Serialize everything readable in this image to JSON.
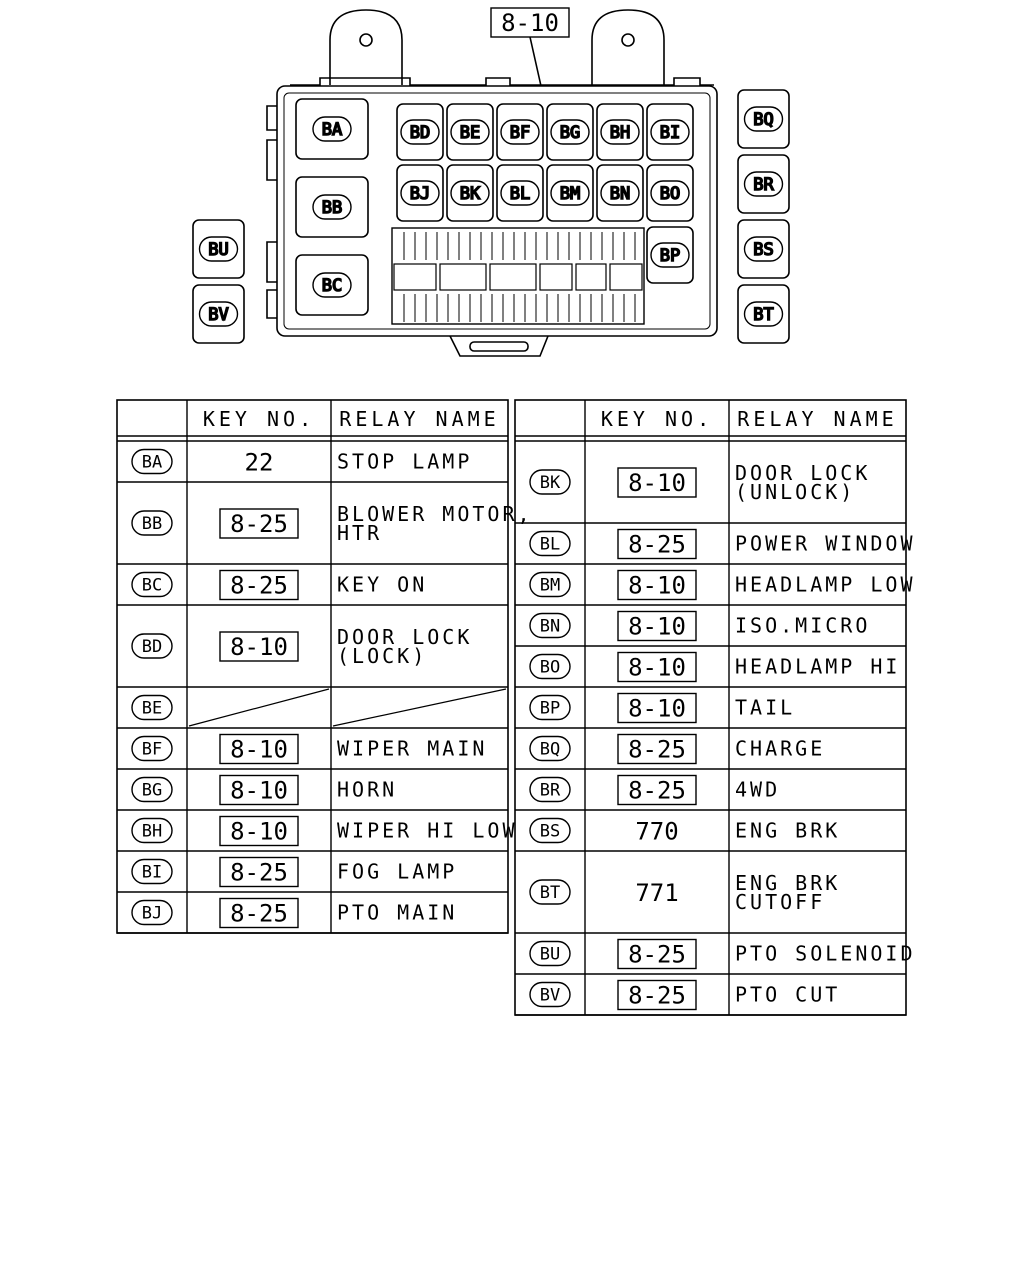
{
  "callout_label": "8-10",
  "diagram": {
    "relay_positions": {
      "BA": "BA",
      "BB": "BB",
      "BC": "BC",
      "BD": "BD",
      "BE": "BE",
      "BF": "BF",
      "BG": "BG",
      "BH": "BH",
      "BI": "BI",
      "BJ": "BJ",
      "BK": "BK",
      "BL": "BL",
      "BM": "BM",
      "BN": "BN",
      "BO": "BO",
      "BP": "BP",
      "BQ": "BQ",
      "BR": "BR",
      "BS": "BS",
      "BT": "BT",
      "BU": "BU",
      "BV": "BV"
    }
  },
  "table_left": {
    "header_key": "KEY NO.",
    "header_relay": "RELAY NAME",
    "rows": [
      {
        "code": "BA",
        "key": "22",
        "boxed": false,
        "name1": "STOP LAMP",
        "name2": "",
        "tall": false,
        "blank": false
      },
      {
        "code": "BB",
        "key": "8-25",
        "boxed": true,
        "name1": "BLOWER MOTOR,",
        "name2": "HTR",
        "tall": true,
        "blank": false
      },
      {
        "code": "BC",
        "key": "8-25",
        "boxed": true,
        "name1": "KEY ON",
        "name2": "",
        "tall": false,
        "blank": false
      },
      {
        "code": "BD",
        "key": "8-10",
        "boxed": true,
        "name1": "DOOR LOCK",
        "name2": "(LOCK)",
        "tall": true,
        "blank": false
      },
      {
        "code": "BE",
        "key": "",
        "boxed": false,
        "name1": "",
        "name2": "",
        "tall": false,
        "blank": true
      },
      {
        "code": "BF",
        "key": "8-10",
        "boxed": true,
        "name1": "WIPER MAIN",
        "name2": "",
        "tall": false,
        "blank": false
      },
      {
        "code": "BG",
        "key": "8-10",
        "boxed": true,
        "name1": "HORN",
        "name2": "",
        "tall": false,
        "blank": false
      },
      {
        "code": "BH",
        "key": "8-10",
        "boxed": true,
        "name1": "WIPER HI LOW",
        "name2": "",
        "tall": false,
        "blank": false
      },
      {
        "code": "BI",
        "key": "8-25",
        "boxed": true,
        "name1": "FOG LAMP",
        "name2": "",
        "tall": false,
        "blank": false
      },
      {
        "code": "BJ",
        "key": "8-25",
        "boxed": true,
        "name1": "PTO MAIN",
        "name2": "",
        "tall": false,
        "blank": false
      }
    ]
  },
  "table_right": {
    "header_key": "KEY NO.",
    "header_relay": "RELAY NAME",
    "rows": [
      {
        "code": "BK",
        "key": "8-10",
        "boxed": true,
        "name1": "DOOR LOCK",
        "name2": "(UNLOCK)",
        "tall": true,
        "blank": false
      },
      {
        "code": "BL",
        "key": "8-25",
        "boxed": true,
        "name1": "POWER WINDOW",
        "name2": "",
        "tall": false,
        "blank": false
      },
      {
        "code": "BM",
        "key": "8-10",
        "boxed": true,
        "name1": "HEADLAMP LOW",
        "name2": "",
        "tall": false,
        "blank": false
      },
      {
        "code": "BN",
        "key": "8-10",
        "boxed": true,
        "name1": "ISO.MICRO",
        "name2": "",
        "tall": false,
        "blank": false
      },
      {
        "code": "BO",
        "key": "8-10",
        "boxed": true,
        "name1": "HEADLAMP HI",
        "name2": "",
        "tall": false,
        "blank": false
      },
      {
        "code": "BP",
        "key": "8-10",
        "boxed": true,
        "name1": "TAIL",
        "name2": "",
        "tall": false,
        "blank": false
      },
      {
        "code": "BQ",
        "key": "8-25",
        "boxed": true,
        "name1": "CHARGE",
        "name2": "",
        "tall": false,
        "blank": false
      },
      {
        "code": "BR",
        "key": "8-25",
        "boxed": true,
        "name1": "4WD",
        "name2": "",
        "tall": false,
        "blank": false
      },
      {
        "code": "BS",
        "key": "770",
        "boxed": false,
        "name1": "ENG BRK",
        "name2": "",
        "tall": false,
        "blank": false
      },
      {
        "code": "BT",
        "key": "771",
        "boxed": false,
        "name1": "ENG BRK",
        "name2": "CUTOFF",
        "tall": true,
        "blank": false
      },
      {
        "code": "BU",
        "key": "8-25",
        "boxed": true,
        "name1": "PTO SOLENOID",
        "name2": "",
        "tall": false,
        "blank": false
      },
      {
        "code": "BV",
        "key": "8-25",
        "boxed": true,
        "name1": "PTO CUT",
        "name2": "",
        "tall": false,
        "blank": false
      }
    ]
  }
}
